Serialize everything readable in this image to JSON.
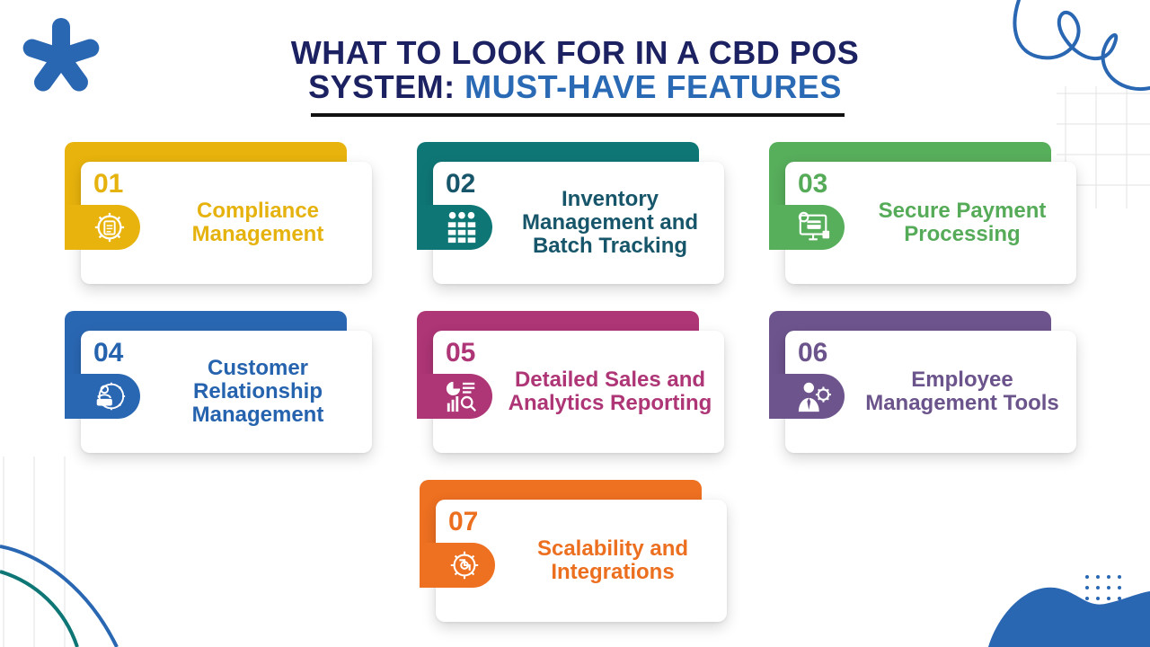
{
  "header": {
    "title_line1": "WHAT TO LOOK FOR IN A CBD POS",
    "title_line2_dark": "SYSTEM: ",
    "title_line2_accent": "MUST-HAVE FEATURES"
  },
  "colors": {
    "title_dark": "#1b2161",
    "title_accent": "#2a6ab5",
    "yellow": "#e8b30c",
    "teal": "#0f7676",
    "green": "#57ae5b",
    "blue": "#2a67b3",
    "magenta": "#ae3576",
    "purple": "#6d548d",
    "orange": "#ee7021"
  },
  "features": [
    {
      "number": "01",
      "label": "Compliance Management",
      "icon": "compliance-gear-icon"
    },
    {
      "number": "02",
      "label": "Inventory Management and Batch Tracking",
      "icon": "inventory-grid-icon"
    },
    {
      "number": "03",
      "label": "Secure Payment Processing",
      "icon": "payment-monitor-icon"
    },
    {
      "number": "04",
      "label": "Customer Relationship Management",
      "icon": "crm-gear-icon"
    },
    {
      "number": "05",
      "label": "Detailed Sales and Analytics Reporting",
      "icon": "analytics-report-icon"
    },
    {
      "number": "06",
      "label": "Employee Management Tools",
      "icon": "employee-gear-icon"
    },
    {
      "number": "07",
      "label": "Scalability and Integrations",
      "icon": "integrations-gear-icon"
    }
  ]
}
